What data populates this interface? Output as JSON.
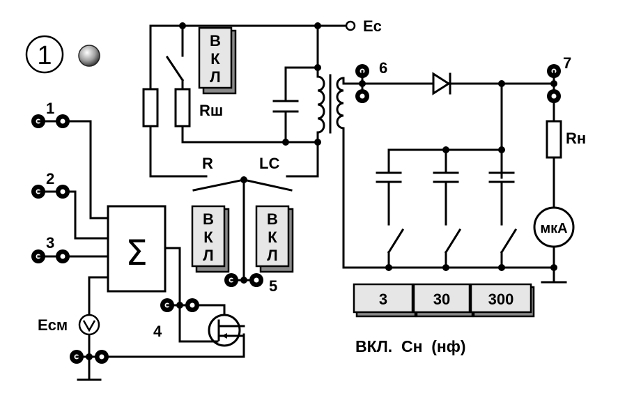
{
  "indicator": {
    "number": "1",
    "lamp_color": "#8c8c8c"
  },
  "terminals": {
    "t1": "1",
    "t2": "2",
    "t3": "3",
    "t4": "4",
    "t5": "5",
    "t6": "6",
    "t7": "7"
  },
  "labels": {
    "supply": "Ec",
    "rsh": "Rш",
    "r": "R",
    "lc": "LC",
    "rn": "Rн",
    "esm": "Eсм",
    "sum": "Σ",
    "meter": "мкА"
  },
  "switch_buttons": {
    "shunt": [
      "В",
      "К",
      "Л"
    ],
    "r": [
      "В",
      "К",
      "Л"
    ],
    "lc": [
      "В",
      "К",
      "Л"
    ]
  },
  "capacitor_buttons": [
    "3",
    "30",
    "300"
  ],
  "caption": "ВКЛ.  Cн  (нф)"
}
